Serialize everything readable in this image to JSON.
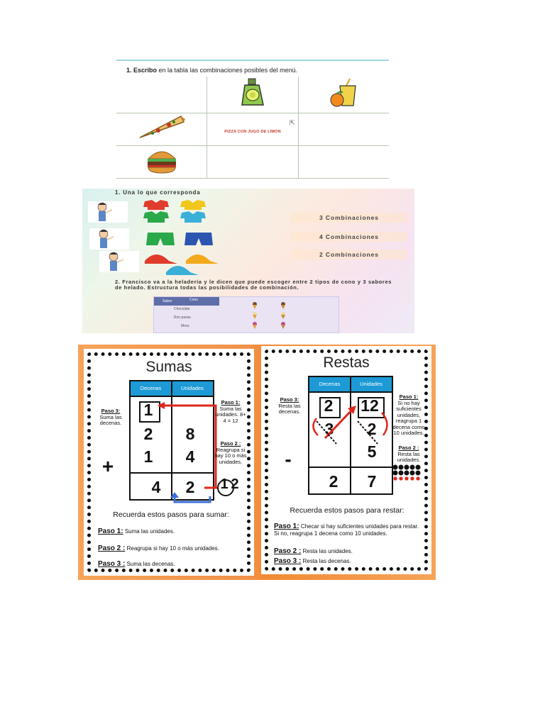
{
  "panel1": {
    "title_bold": "1. Escribo",
    "title_rest": " en la tabla las combinaciones posibles del menú.",
    "combo_text": "PIZZA CON JUGO DE LIMON"
  },
  "panel2": {
    "q1": "1. Una lo que corresponda",
    "combos": [
      "3 Combinaciones",
      "4 Combinaciones",
      "2 Combinaciones"
    ],
    "q2": "2. Francisco va a la heladería y le dicen que puede escoger entre 2 tipos de cono y 3 sabores de helado. Estructura todas las posibilidades de combinación.",
    "table": {
      "h1": "Sabor",
      "h2": "Cono",
      "rows": [
        "Chocolate",
        "Ron pasas",
        "Mora"
      ]
    }
  },
  "sumas": {
    "title": "Sumas",
    "col1": "Decenas",
    "col2": "Unidades",
    "carry": "1",
    "row1": [
      "2",
      "8"
    ],
    "row2": [
      "1",
      "4"
    ],
    "sign": "+",
    "result": [
      "4",
      "2"
    ],
    "side_carry": "1",
    "side_unit": "2",
    "paso3_head": "Paso 3:",
    "paso3_text": "Suma las decenas.",
    "paso1_head": "Paso 1:",
    "paso1_text": "Suma las unidades. 8+ 4 = 12",
    "paso2_head": "Paso 2 :",
    "paso2_text": "Reagrupa si hay 10 o más unidades.",
    "recuerda": "Recuerda estos pasos para sumar:",
    "steps": [
      {
        "label": "Paso 1:",
        "text": "Suma las unidades."
      },
      {
        "label": "Paso 2 :",
        "text": "Reagrupa si hay 10 o más unidades."
      },
      {
        "label": "Paso 3 :",
        "text": "Suma las decenas."
      }
    ]
  },
  "restas": {
    "title": "Restas",
    "col1": "Decenas",
    "col2": "Unidades",
    "top": [
      "2",
      "12"
    ],
    "row1": [
      "3",
      "2"
    ],
    "row2": [
      "",
      "5"
    ],
    "sign": "-",
    "result": [
      "2",
      "7"
    ],
    "paso3_head": "Paso 3:",
    "paso3_text": "Resta las decenas.",
    "paso1_head": "Paso 1:",
    "paso1_text": "Si no hay suficientes unidades, reagrupa 1 decena como 10 unidades.",
    "paso2_head": "Paso 2 :",
    "paso2_text": "Resta las unidades.",
    "recuerda": "Recuerda estos pasos para restar:",
    "steps": [
      {
        "label": "Paso 1:",
        "text": "Checar si hay suficientes unidades para restar. Si no, reagrupa 1 decena como 10 unidades."
      },
      {
        "label": "Paso 2 :",
        "text": "Resta las unidades."
      },
      {
        "label": "Paso 3 :",
        "text": "Resta  las decenas."
      }
    ]
  },
  "colors": {
    "header_blue": "#1d9ad6",
    "arrow_red": "#e0261b",
    "orange": "#f28a34",
    "curve_blue": "#3b6fd6"
  }
}
